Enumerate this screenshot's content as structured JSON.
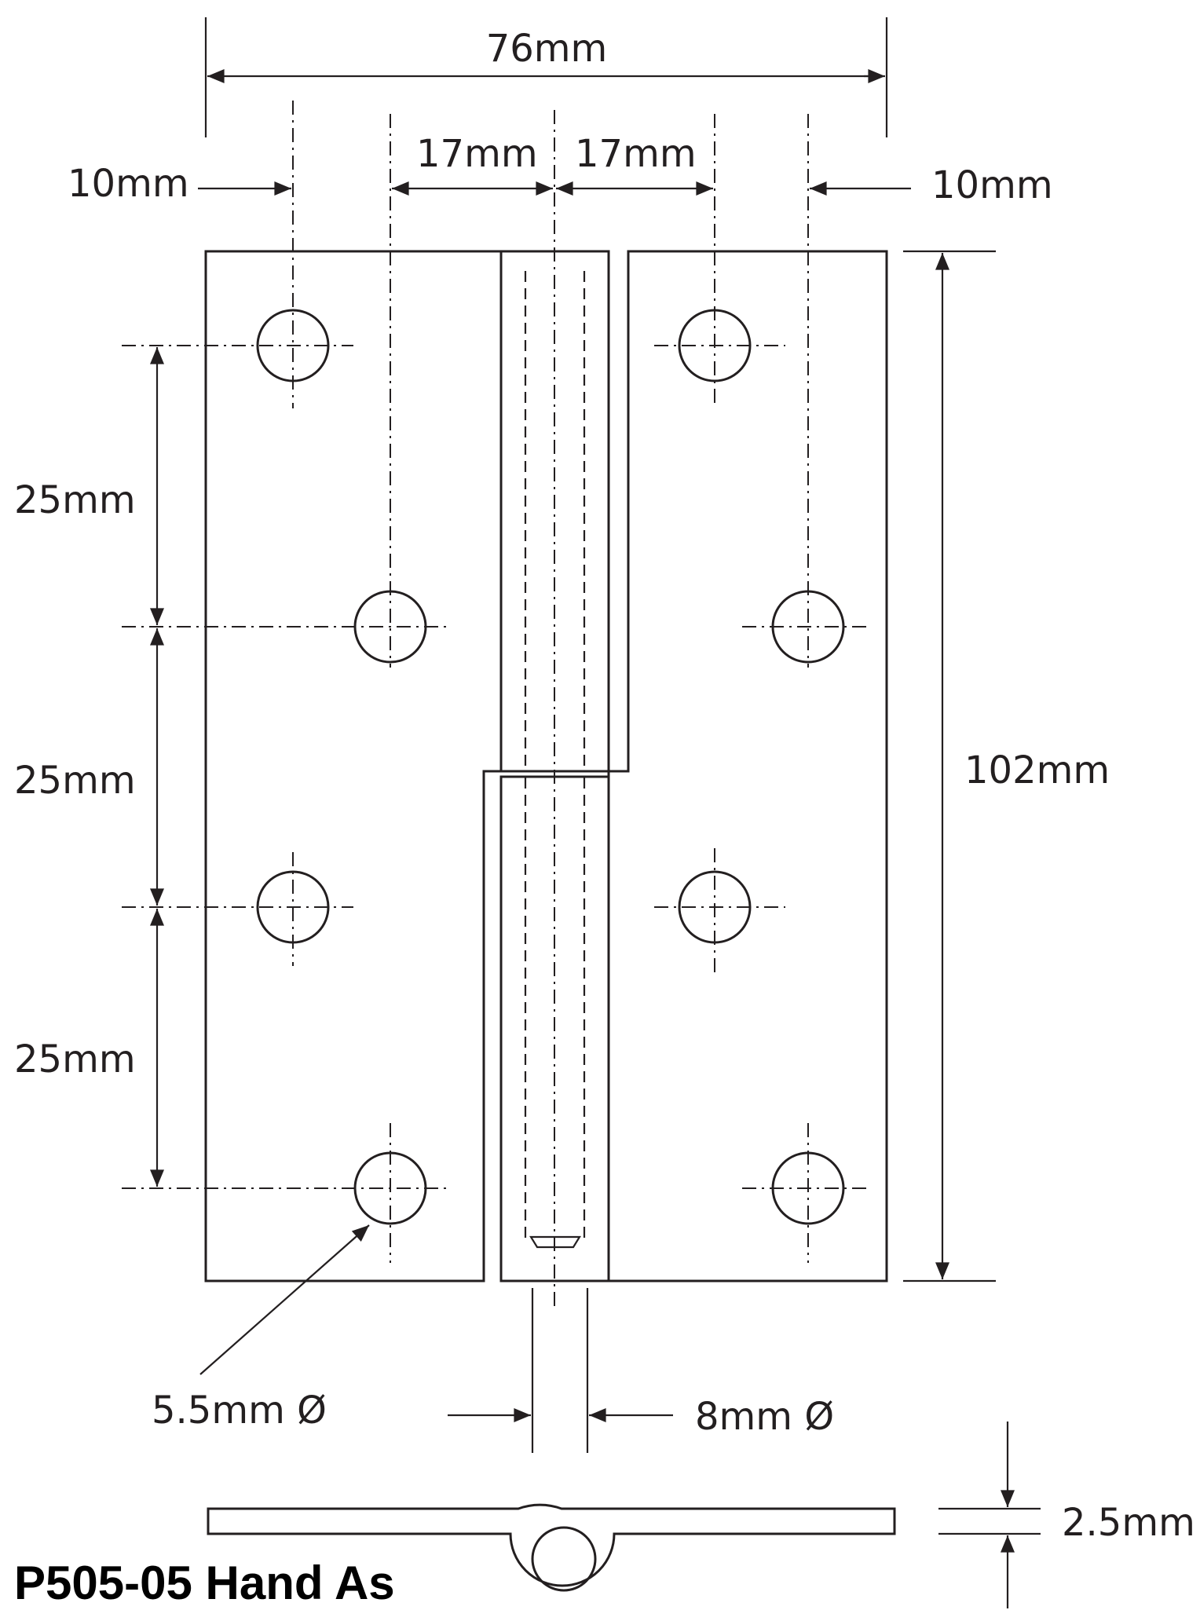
{
  "dimensions": {
    "overall_width": "76mm",
    "edge_left": "10mm",
    "edge_right": "10mm",
    "pitch_left": "17mm",
    "pitch_right": "17mm",
    "spacing_1": "25mm",
    "spacing_2": "25mm",
    "spacing_3": "25mm",
    "height": "102mm",
    "hole_diameter": "5.5mm Ø",
    "pin_diameter": "8mm Ø",
    "thickness": "2.5mm"
  },
  "title": "P505-05 Hand As",
  "colors": {
    "line": "#231f20",
    "background": "#ffffff"
  }
}
